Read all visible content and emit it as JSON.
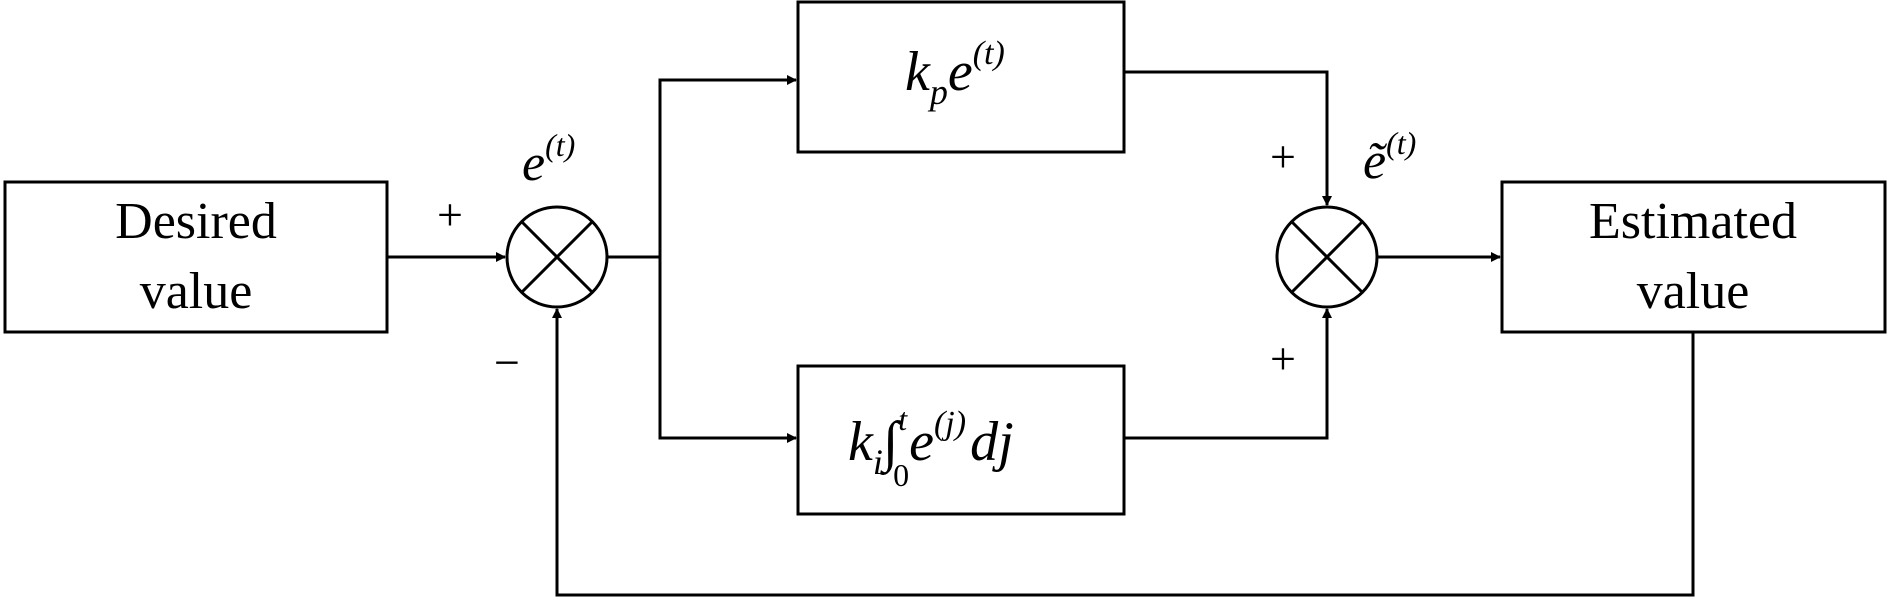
{
  "blocks": {
    "desired": {
      "line1": "Desired",
      "line2": "value"
    },
    "estimated": {
      "line1": "Estimated",
      "line2": "value"
    }
  },
  "p_block": {
    "k": "k",
    "sub": "p",
    "e": "e",
    "sup": "(t)"
  },
  "i_block": {
    "k": "k",
    "sub": "i",
    "integral": "∫",
    "upper": "t",
    "lower": "0",
    "e": "e",
    "sup": "(j)",
    "d": "dj"
  },
  "junction1": {
    "e": "e",
    "sup": "(t)",
    "plus": "+",
    "minus": "−"
  },
  "junction2": {
    "e": "ẽ",
    "sup": "(t)",
    "plus_top": "+",
    "plus_bottom": "+"
  },
  "colors": {
    "stroke": "#000000",
    "background": "#ffffff"
  },
  "icons": {
    "junction": "summing-junction-icon"
  }
}
